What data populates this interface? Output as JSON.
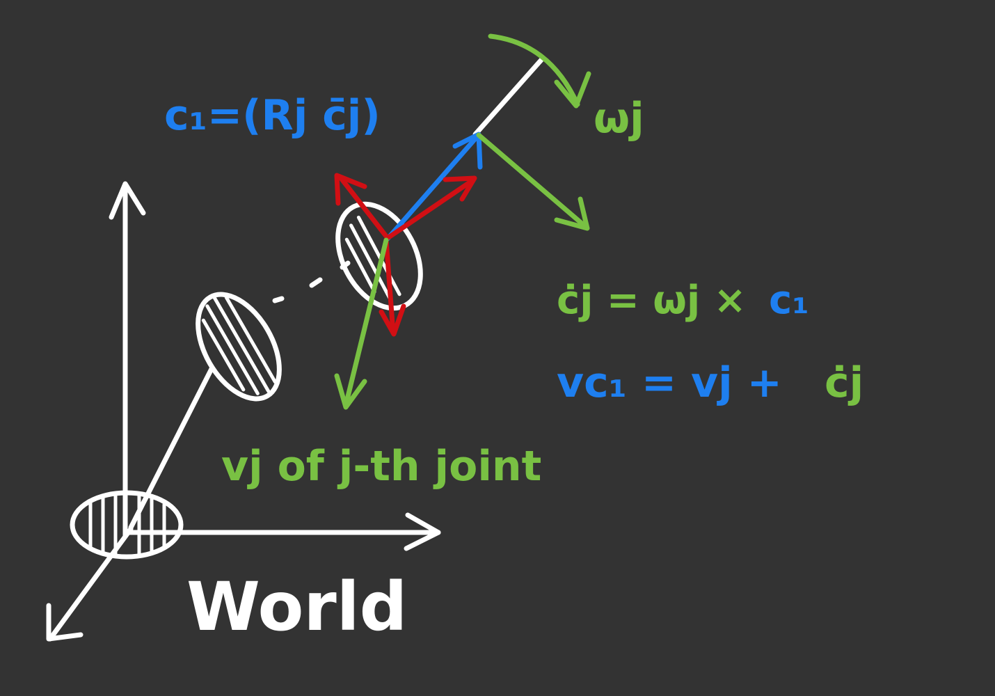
{
  "colors": {
    "background": "#333333",
    "white": "#ffffff",
    "green": "#79c143",
    "blue": "#1e7ff0",
    "red": "#d10f14"
  },
  "labels": {
    "world": "World",
    "omega_j": "ωj",
    "c1_def": "c₁=(Rj c̄j)",
    "cdot_eq_lhs": "ċj =  ωj ×",
    "cdot_eq_rhs": "c₁",
    "vc1_lhs": "vc₁ =  vj +",
    "vc1_rhs": "ċj",
    "vj_label": "vj of j-th joint"
  }
}
